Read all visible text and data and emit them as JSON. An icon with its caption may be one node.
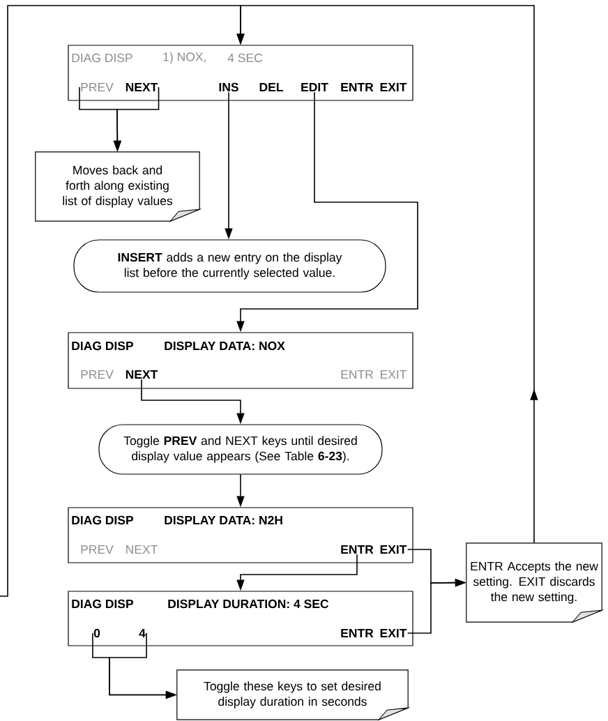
{
  "diagram": {
    "nodes": [
      {
        "text": [
          "DIAG DISP",
          "1) NOX,",
          "4 SEC"
        ]
      },
      {
        "text": [
          "PREV"
        ],
        "in": 0
      },
      {
        "text": [
          "NEXT"
        ],
        "in": 0
      },
      {
        "text": [
          "INS"
        ],
        "in": 0
      },
      {
        "text": [
          "DEL"
        ],
        "in": 0
      },
      {
        "text": [
          "EDIT"
        ],
        "in": 0
      },
      {
        "text": [
          "ENTR"
        ],
        "in": 0
      },
      {
        "text": [
          "EXIT"
        ],
        "in": 0
      },
      {
        "text": [
          "Moves back and forth along existing list of display values"
        ]
      },
      {
        "text": [
          "**INSERT** adds a new entry on the display list before the currently selected value."
        ]
      },
      {
        "text": [
          "DIAG DISP",
          "DISPLAY DATA: NOX"
        ]
      },
      {
        "text": [
          "PREV"
        ],
        "in": 10
      },
      {
        "text": [
          "NEXT"
        ],
        "in": 10
      },
      {
        "text": [
          "ENTR"
        ],
        "in": 10
      },
      {
        "text": [
          "EXIT"
        ],
        "in": 10
      },
      {
        "text": [
          "Toggle **PREV** and NEXT keys until desired display value appears (See Table **6-23**)."
        ]
      },
      {
        "text": [
          "DIAG DISP",
          "DISPLAY DATA: N2H"
        ]
      },
      {
        "text": [
          "PREV"
        ],
        "in": 16
      },
      {
        "text": [
          "NEXT"
        ],
        "in": 16
      },
      {
        "text": [
          "ENTR"
        ],
        "in": 16
      },
      {
        "text": [
          "EXIT"
        ],
        "in": 16
      },
      {
        "text": [
          "ENTR Accepts the new setting. EXIT discards the new setting."
        ]
      },
      {
        "text": [
          "DIAG DISP",
          "DISPLAY DURATION: 4 SEC"
        ]
      },
      {
        "text": [
          "0"
        ],
        "in": 22
      },
      {
        "text": [
          "4"
        ],
        "in": 22
      },
      {
        "text": [
          "ENTR"
        ],
        "in": 22
      },
      {
        "text": [
          "EXIT"
        ],
        "in": 22
      },
      {
        "text": [
          "Toggle these keys to set desired display duration in seconds"
        ]
      }
    ],
    "edges": [
      {
        "from": null,
        "to": 0,
        "arrow": "to"
      },
      {
        "from": 21,
        "to": 0,
        "arrow": "to"
      },
      {
        "from": 1,
        "to": 8,
        "arrow": "to"
      },
      {
        "from": 2,
        "to": 8,
        "arrow": "to"
      },
      {
        "from": 3,
        "to": 9,
        "arrow": "to"
      },
      {
        "from": 5,
        "to": 10,
        "arrow": "to"
      },
      {
        "from": 12,
        "to": 15,
        "arrow": "to"
      },
      {
        "from": 15,
        "to": 16,
        "arrow": "to"
      },
      {
        "from": 19,
        "to": 22,
        "arrow": "to"
      },
      {
        "from": 20,
        "to": 21,
        "arrow": "to"
      },
      {
        "from": 26,
        "to": 21,
        "arrow": "to"
      },
      {
        "from": 23,
        "to": 27,
        "arrow": "to"
      },
      {
        "from": 24,
        "to": 27,
        "arrow": "to"
      }
    ]
  }
}
